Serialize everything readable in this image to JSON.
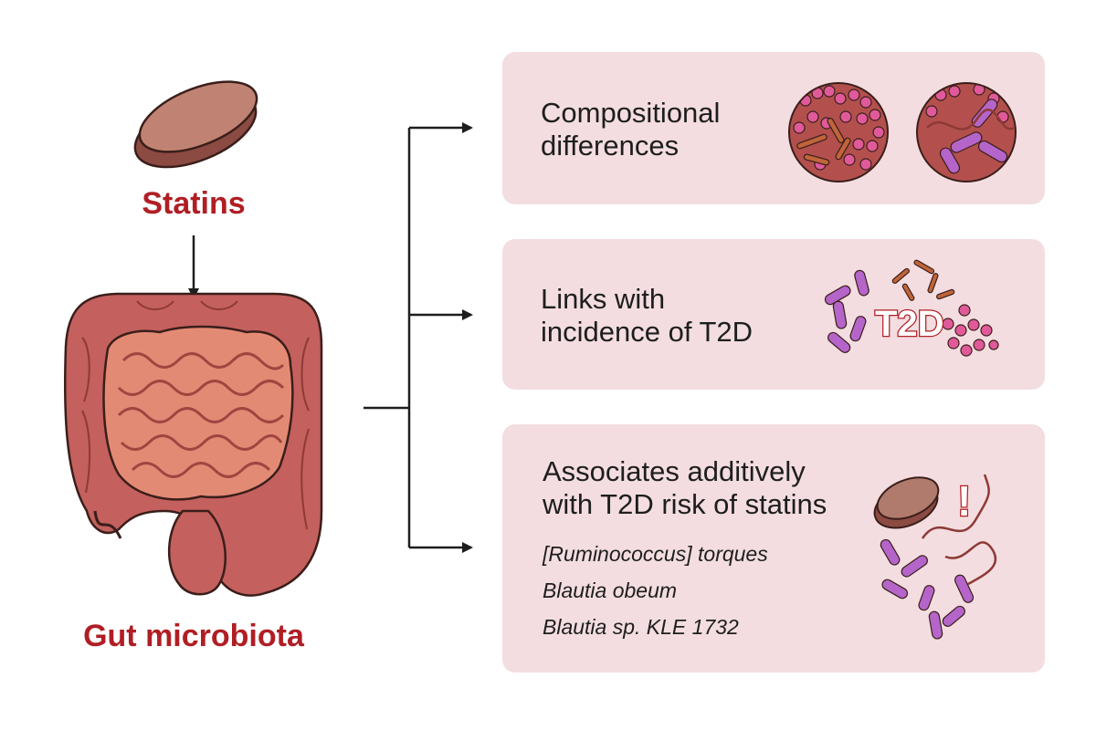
{
  "left": {
    "statins_label": "Statins",
    "microbiota_label": "Gut microbiota"
  },
  "panels": [
    {
      "line1": "Compositional",
      "line2": "differences"
    },
    {
      "line1": "Links with",
      "line2": "incidence of T2D",
      "badge": "T2D"
    },
    {
      "line1": "Associates additively",
      "line2": "with T2D risk of statins",
      "alert": "!",
      "species": [
        "[Ruminococcus] torques",
        "Blautia obeum",
        "Blautia sp. KLE 1732"
      ]
    }
  ],
  "colors": {
    "accent_red": "#b01e24",
    "panel_bg": "#f3dde0",
    "pill": "#b97a6e",
    "gut": "#c4605d",
    "bacteria_pink": "#e05a9a",
    "bacteria_purple": "#b565c9",
    "bacteria_brown": "#c0643a"
  },
  "icons": [
    "statin-pill-icon",
    "intestine-icon",
    "bacteria-circle-icon",
    "t2d-bacteria-icon",
    "alert-icon"
  ]
}
